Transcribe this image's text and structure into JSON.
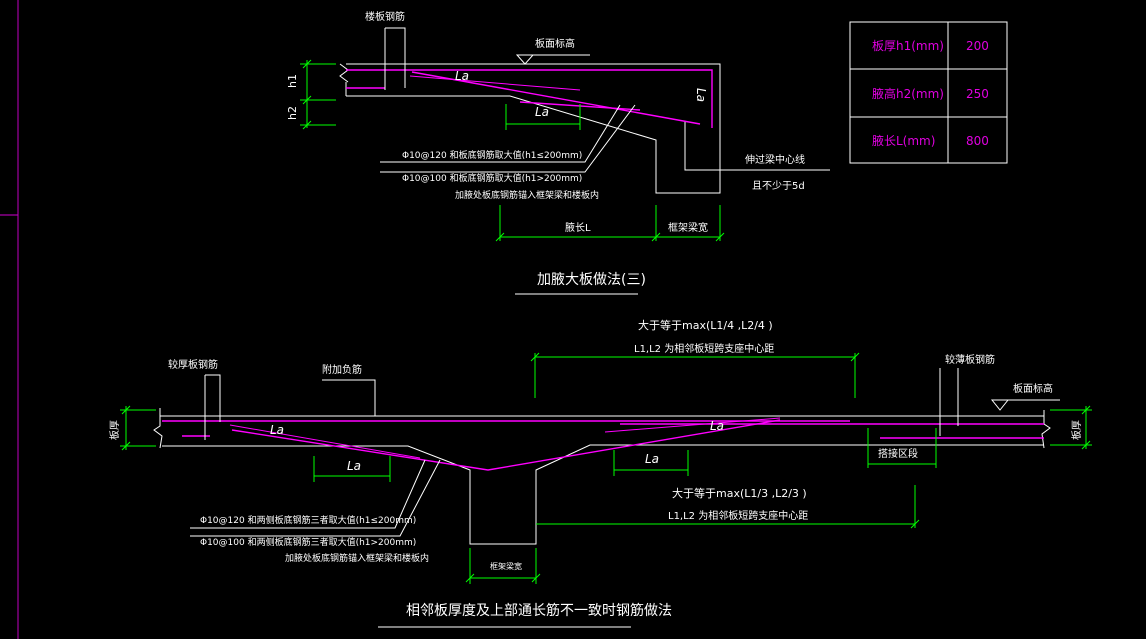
{
  "top_detail": {
    "slab_rebar_label": "楼板钢筋",
    "slab_top_elev_label": "板面标高",
    "h1_label": "h1",
    "h2_label": "h2",
    "la_labels": [
      "La",
      "La",
      "La"
    ],
    "note_line1": "Φ10@120 和板底钢筋取大值(h1≤200mm)",
    "note_line2": "Φ10@100 和板底钢筋取大值(h1>200mm)",
    "note_line3": "加腋处板底钢筋锚入框架梁和楼板内",
    "beam_center_note": "伸过梁中心线",
    "min_5d_note": "且不少于5d",
    "haunch_length_label": "腋长L",
    "frame_beam_width_label": "框架梁宽",
    "title": "加腋大板做法(三)"
  },
  "param_table": {
    "rows": [
      {
        "label": "板厚h1(mm)",
        "value": "200"
      },
      {
        "label": "腋高h2(mm)",
        "value": "250"
      },
      {
        "label": "腋长L(mm)",
        "value": "800"
      }
    ]
  },
  "bottom_detail": {
    "left_slab_rebar_label": "较厚板钢筋",
    "added_bar_label": "附加负筋",
    "top_dim_line1": "大于等于max(L1/4 ,L2/4 )",
    "top_dim_line2": "L1,L2 为相邻板短跨支座中心距",
    "right_slab_rebar_label": "较薄板钢筋",
    "slab_top_elev_label": "板面标高",
    "la_labels": [
      "La",
      "La",
      "La",
      "La"
    ],
    "lap_zone_label": "搭接区段",
    "left_thickness_label": "板厚",
    "right_thickness_label": "板厚",
    "bottom_dim_line1": "大于等于max(L1/3 ,L2/3 )",
    "bottom_dim_line2": "L1,L2 为相邻板短跨支座中心距",
    "note_line1": "Φ10@120 和两侧板底钢筋三者取大值(h1≤200mm)",
    "note_line2": "Φ10@100 和两侧板底钢筋三者取大值(h1>200mm)",
    "note_line3": "加腋处板底钢筋锚入框架梁和楼板内",
    "frame_beam_width_label": "框架梁宽",
    "title": "相邻板厚度及上部通长筋不一致时钢筋做法"
  }
}
